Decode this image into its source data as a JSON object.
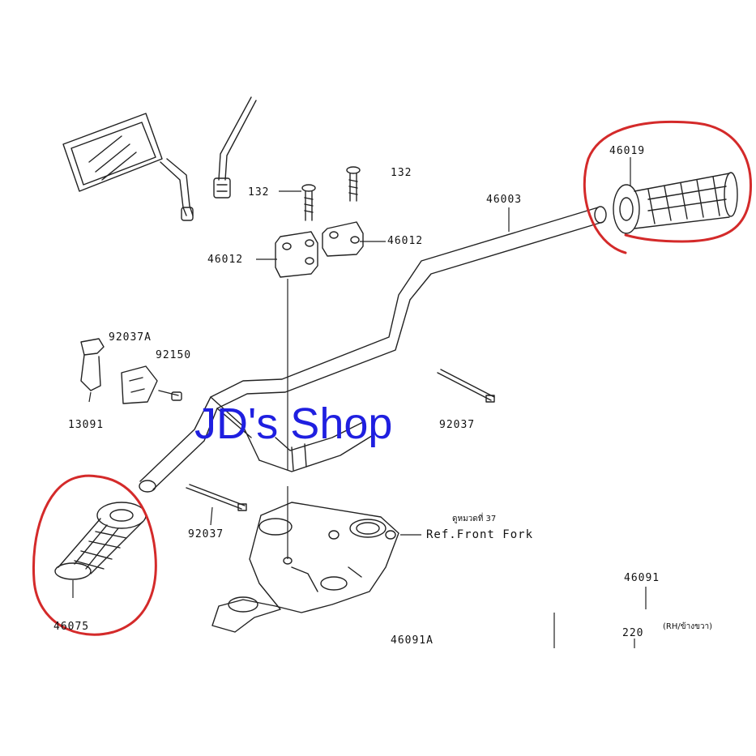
{
  "watermark": "JD's Shop",
  "labels": {
    "p46019": "46019",
    "p132a": "132",
    "p132b": "132",
    "p46003": "46003",
    "p46012a": "46012",
    "p46012b": "46012",
    "p92037a": "92037A",
    "p92150": "92150",
    "p13091": "13091",
    "p92037b": "92037",
    "p92037c": "92037",
    "p46075": "46075",
    "p46091": "46091",
    "p220": "220",
    "rh_note": "(RH/ข้างขวา)",
    "p46091a": "46091A",
    "ref_front_fork": "Ref.Front Fork",
    "ref_note": "ดูหมวดที่ 37"
  },
  "colors": {
    "highlight_circle": "#d42a2a",
    "watermark": "#1f1fe0",
    "line_art": "#222222"
  }
}
